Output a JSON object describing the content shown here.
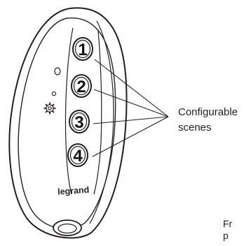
{
  "device": {
    "brand": "legrand",
    "buttons": [
      {
        "label": "1"
      },
      {
        "label": "2"
      },
      {
        "label": "3"
      },
      {
        "label": "4"
      }
    ],
    "icons": [
      "indicator-led-icon",
      "indicator-small-led-icon",
      "gear-icon"
    ]
  },
  "callout": {
    "line1": "Configurable",
    "line2": "scenes"
  },
  "clipped_text": {
    "line1": "Fr",
    "line2": "p"
  },
  "colors": {
    "outline": "#231f20",
    "background": "#ffffff"
  }
}
